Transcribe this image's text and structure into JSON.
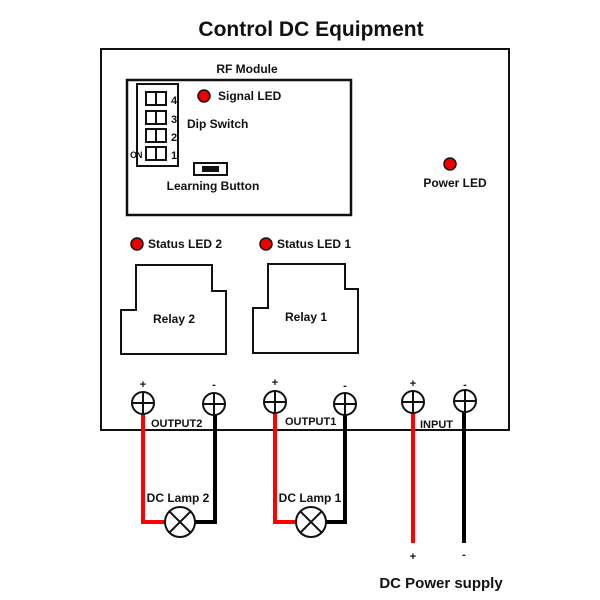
{
  "title": "Control DC Equipment",
  "rf_module": {
    "label": "RF Module",
    "signal_led_label": "Signal LED",
    "dip_switch_label": "Dip Switch",
    "dip_positions": [
      "4",
      "3",
      "2",
      "1"
    ],
    "on_label": "ON",
    "learning_button_label": "Learning Button"
  },
  "power_led_label": "Power LED",
  "relays": [
    {
      "label": "Relay 2",
      "status_led_label": "Status LED 2"
    },
    {
      "label": "Relay 1",
      "status_led_label": "Status LED 1"
    }
  ],
  "terminals": {
    "output2_label": "OUTPUT2",
    "output1_label": "OUTPUT1",
    "input_label": "INPUT",
    "plus": "+",
    "minus": "-"
  },
  "lamps": [
    {
      "label": "DC Lamp 2"
    },
    {
      "label": "DC Lamp 1"
    }
  ],
  "power_supply": {
    "label": "DC Power supply",
    "plus": "+",
    "minus": "-"
  },
  "colors": {
    "led": "#ee0000",
    "positive_wire": "#ff0000",
    "negative_wire": "#000000",
    "outline": "#111111"
  }
}
